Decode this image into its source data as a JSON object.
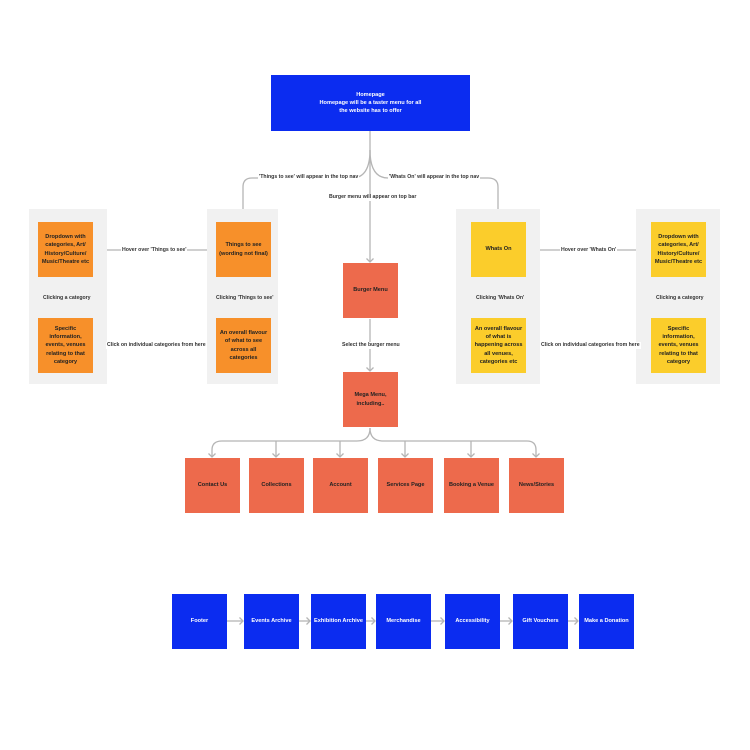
{
  "homepage": {
    "title": "Homepage",
    "desc": "Homepage will be a taster menu for all\nthe website has to offer"
  },
  "things": {
    "node": "Things to see\n(wording not final)",
    "flavour": "An overall flavour\nof what to see\nacross all\ncategories",
    "dropdown": "Dropdown with\ncategories, Art/\nHistory/Culture/\nMusic/Theatre etc",
    "specific": "Specific\ninformation,\nevents, venues\nrelating to that\ncategory"
  },
  "whatson": {
    "node": "Whats On",
    "flavour": "An overall flavour\nof what is\nhappening across\nall venues,\ncategories etc",
    "dropdown": "Dropdown with\ncategories, Art/\nHistory/Culture/\nMusic/Theatre etc",
    "specific": "Specific\ninformation,\nevents, venues\nrelating to that\ncategory"
  },
  "burger": {
    "node": "Burger Menu"
  },
  "mega": {
    "node": "Mega Menu,\nincluding.."
  },
  "mega_items": [
    "Contact Us",
    "Collections",
    "Account",
    "Services Page",
    "Booking a Venue",
    "News/Stories"
  ],
  "footer_items": [
    "Footer",
    "Events Archive",
    "Exhibition Archive",
    "Merchandise",
    "Accessibility",
    "Gift Vouchers",
    "Make a Donation"
  ],
  "labels": {
    "things_nav": "'Things to see' will appear in the top nav",
    "whatson_nav": "'Whats On' will appear in the top nav",
    "burger_top": "Burger menu will appear on top bar",
    "hover_things": "Hover over 'Things to see'",
    "hover_whatson": "Hover over 'Whats On'",
    "click_things": "Clicking 'Things to see'",
    "click_whatson": "Clicking 'Whats On'",
    "clicking_cat_left": "Clicking a category",
    "clicking_cat_right": "Clicking a category",
    "click_individual_left": "Click on individual categories from here",
    "click_individual_right": "Click on individual categories from here",
    "select_burger": "Select the burger menu"
  },
  "colors": {
    "blue": "#0b2cf0",
    "orange": "#f7902a",
    "yellow": "#fbcd2b",
    "red": "#ed6a4c",
    "panel": "#f1f1f1",
    "connector": "#b5b5b5"
  }
}
